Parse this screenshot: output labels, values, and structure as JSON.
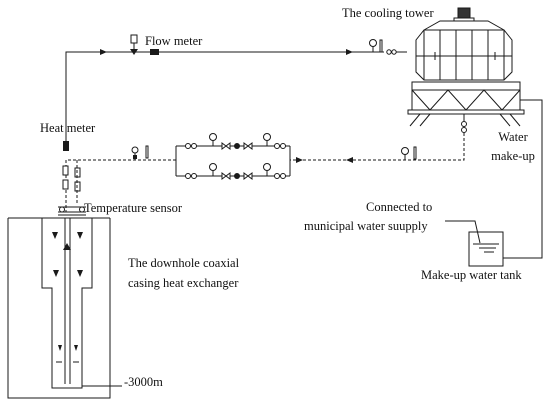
{
  "labels": {
    "cooling_tower": "The cooling tower",
    "flow_meter": "Flow meter",
    "heat_meter": "Heat meter",
    "water_makeup_line1": "Water",
    "water_makeup_line2": "make-up",
    "temperature_sensor": "Temperature sensor",
    "connected_line1": "Connected to",
    "connected_line2": "municipal water suupply",
    "heat_exchanger_line1": "The downhole coaxial",
    "heat_exchanger_line2": "casing heat exchanger",
    "makeup_tank": "Make-up water tank",
    "depth": "-3000m"
  },
  "colors": {
    "line": "#1a1a1a",
    "background": "#ffffff"
  }
}
